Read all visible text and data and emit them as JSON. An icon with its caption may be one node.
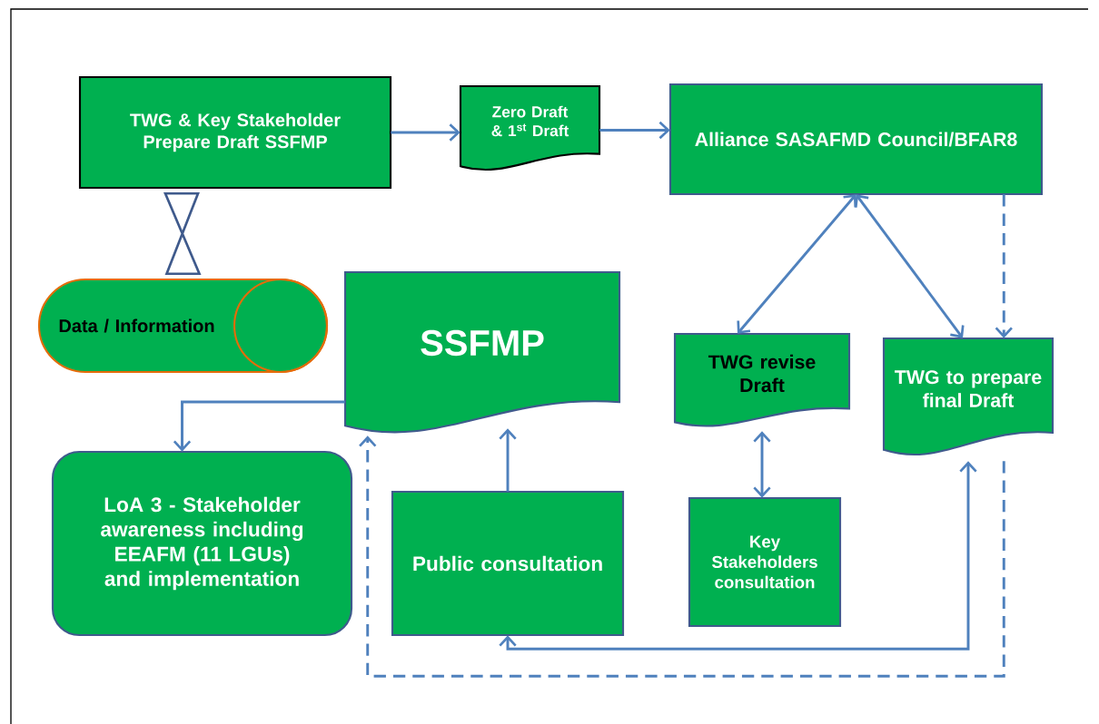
{
  "diagram": {
    "nodes": [
      {
        "text": [
          "TWG & Key Stakeholder Prepare Draft SSFMP"
        ]
      },
      {
        "text": [
          "Zero Draft & 1$^{st}$ Draft"
        ]
      },
      {
        "text": [
          "Alliance SASAFMD Council/BFAR8"
        ]
      },
      {
        "text": [
          "Data / Information"
        ]
      },
      {
        "text": [
          "SSFMP"
        ]
      },
      {
        "text": [
          "TWG revise Draft"
        ]
      },
      {
        "text": [
          "TWG to prepare final Draft"
        ]
      },
      {
        "text": [
          "LoA 3 - Stakeholder awareness including EEAFM (11 LGUs) and implementation"
        ]
      },
      {
        "text": [
          "Public consultation"
        ]
      },
      {
        "text": [
          "Key Stakeholders consultation"
        ]
      }
    ],
    "edges": [
      {
        "from": 0,
        "to": 1,
        "arrow": "to"
      },
      {
        "from": 1,
        "to": 2,
        "arrow": "to"
      },
      {
        "from": 0,
        "to": 3,
        "arrow": "other"
      },
      {
        "from": 2,
        "to": 5,
        "arrow": "both"
      },
      {
        "from": 2,
        "to": 6,
        "arrow": "both"
      },
      {
        "from": 2,
        "to": 6,
        "arrow": "to",
        "style": "dashed"
      },
      {
        "from": 5,
        "to": 9,
        "arrow": "both"
      },
      {
        "from": 4,
        "to": 7,
        "arrow": "to"
      },
      {
        "from": 8,
        "to": 4,
        "arrow": "to"
      },
      {
        "from": 8,
        "to": 6,
        "arrow": "both"
      },
      {
        "from": 6,
        "to": 4,
        "arrow": "to",
        "style": "dashed"
      }
    ]
  }
}
